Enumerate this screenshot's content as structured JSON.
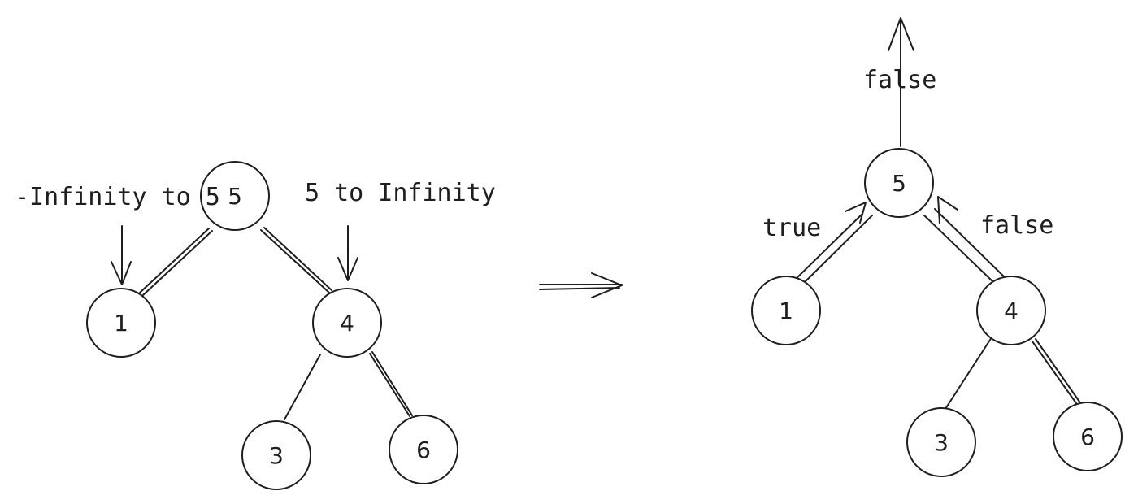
{
  "colors": {
    "ink": "#1e1e1e",
    "background": "#ffffff"
  },
  "left_tree": {
    "nodes": {
      "root": "5",
      "left": "1",
      "right": "4",
      "right_left": "3",
      "right_right": "6"
    },
    "annotations": {
      "left_range": "-Infinity to 5",
      "right_range": "5 to Infinity"
    }
  },
  "right_tree": {
    "nodes": {
      "root": "5",
      "left": "1",
      "right": "4",
      "right_left": "3",
      "right_right": "6"
    },
    "annotations": {
      "root_result": "false",
      "left_result": "true",
      "right_result": "false"
    }
  }
}
